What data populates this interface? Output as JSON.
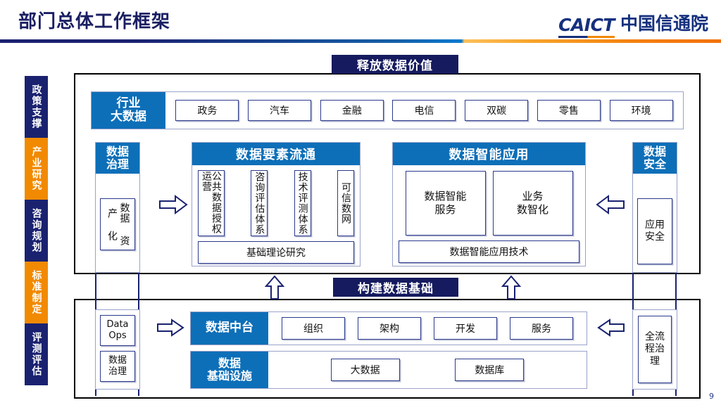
{
  "header": {
    "title": "部门总体工作框架",
    "logo_mark": "CAICT",
    "logo_name": "中国信通院",
    "page_number": "9"
  },
  "sidebar": {
    "items": [
      {
        "label": "政策支撑",
        "color": "#1a2270"
      },
      {
        "label": "产业研究",
        "color": "#f18a00"
      },
      {
        "label": "咨询规划",
        "color": "#1a2270"
      },
      {
        "label": "标准制定",
        "color": "#f18a00"
      },
      {
        "label": "评测评估",
        "color": "#1a2270"
      }
    ]
  },
  "banners": {
    "top": "释放数据价值",
    "middle": "构建数据基础"
  },
  "top_section": {
    "industry": {
      "head": "行业\n大数据",
      "head_line1": "行业",
      "head_line2": "大数据",
      "tags": [
        "政务",
        "汽车",
        "金融",
        "电信",
        "双碳",
        "零售",
        "环境"
      ]
    },
    "governance_col": {
      "head_line1": "数据",
      "head_line2": "治理",
      "inner": "数据\n资产\n化"
    },
    "flow_panel": {
      "head": "数据要素流通",
      "vboxes": [
        "公共数据授权运营",
        "咨询评估体系",
        "技术评测体系",
        "可信数网"
      ],
      "footer": "基础理论研究"
    },
    "app_panel": {
      "head": "数据智能应用",
      "boxes": [
        "数据智能\n服务",
        "业务\n数智化"
      ],
      "footer": "数据智能应用技术"
    },
    "security_col": {
      "head_line1": "数据",
      "head_line2": "安全",
      "inner": "应用\n安全"
    }
  },
  "bottom_section": {
    "ops_col": {
      "items": [
        "Data\nOps",
        "数据\n治理"
      ]
    },
    "midtai_row": {
      "head": "数据中台",
      "tags": [
        "组织",
        "架构",
        "开发",
        "服务"
      ]
    },
    "infra_row": {
      "head_line1": "数据",
      "head_line2": "基础设施",
      "tags": [
        "大数据",
        "数据库"
      ]
    },
    "process_col": {
      "inner": "全流\n程治\n理"
    }
  },
  "colors": {
    "navy": "#151b5e",
    "blue": "#0d6fb8",
    "orange": "#f18a00",
    "border_blue": "#2b3a8c"
  }
}
